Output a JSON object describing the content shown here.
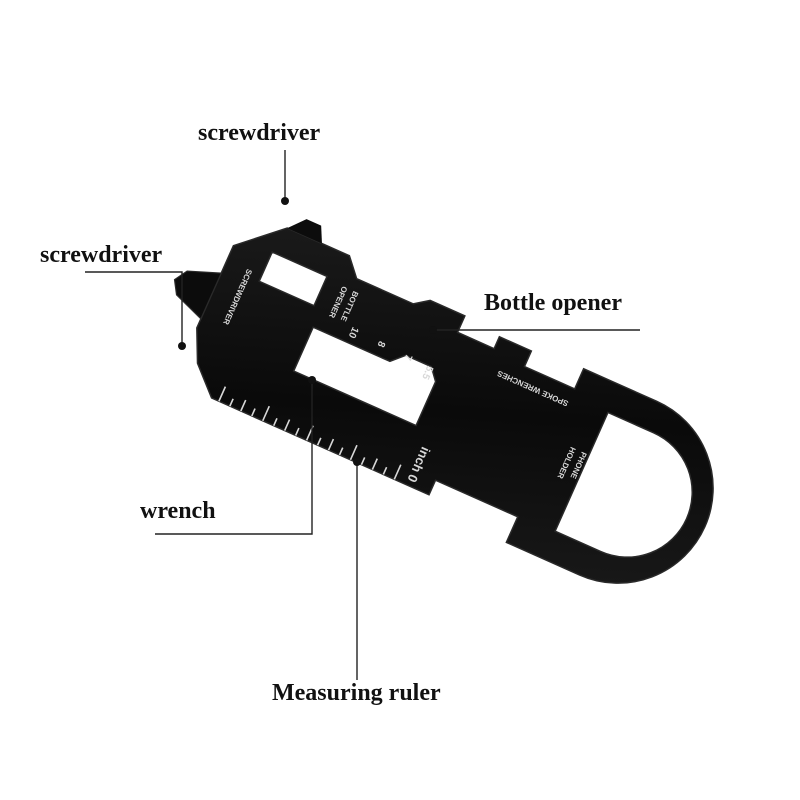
{
  "callouts": {
    "screwdriver_top": "screwdriver",
    "screwdriver_left": "screwdriver",
    "bottle_opener": "Bottle opener",
    "wrench": "wrench",
    "measuring_ruler": "Measuring ruler"
  },
  "engravings": {
    "screwdriver": "SCREWDRIVER",
    "bottle_opener_line1": "BOTTLE",
    "bottle_opener_line2": "OPENER",
    "size_10": "10",
    "size_8": "8",
    "size_7": "7",
    "size_55": "5.5",
    "spoke_wrenches": "SPOKE WRENCHES",
    "phone_line1": "PHONE",
    "phone_line2": "HOLDER",
    "inch": "inch",
    "ruler_zero": "0"
  },
  "colors": {
    "tool_body": "#0c0c0c",
    "tool_edge": "#2a2a2a",
    "engraving": "#d8d8d8",
    "leader_line": "#222222",
    "background": "#ffffff"
  }
}
